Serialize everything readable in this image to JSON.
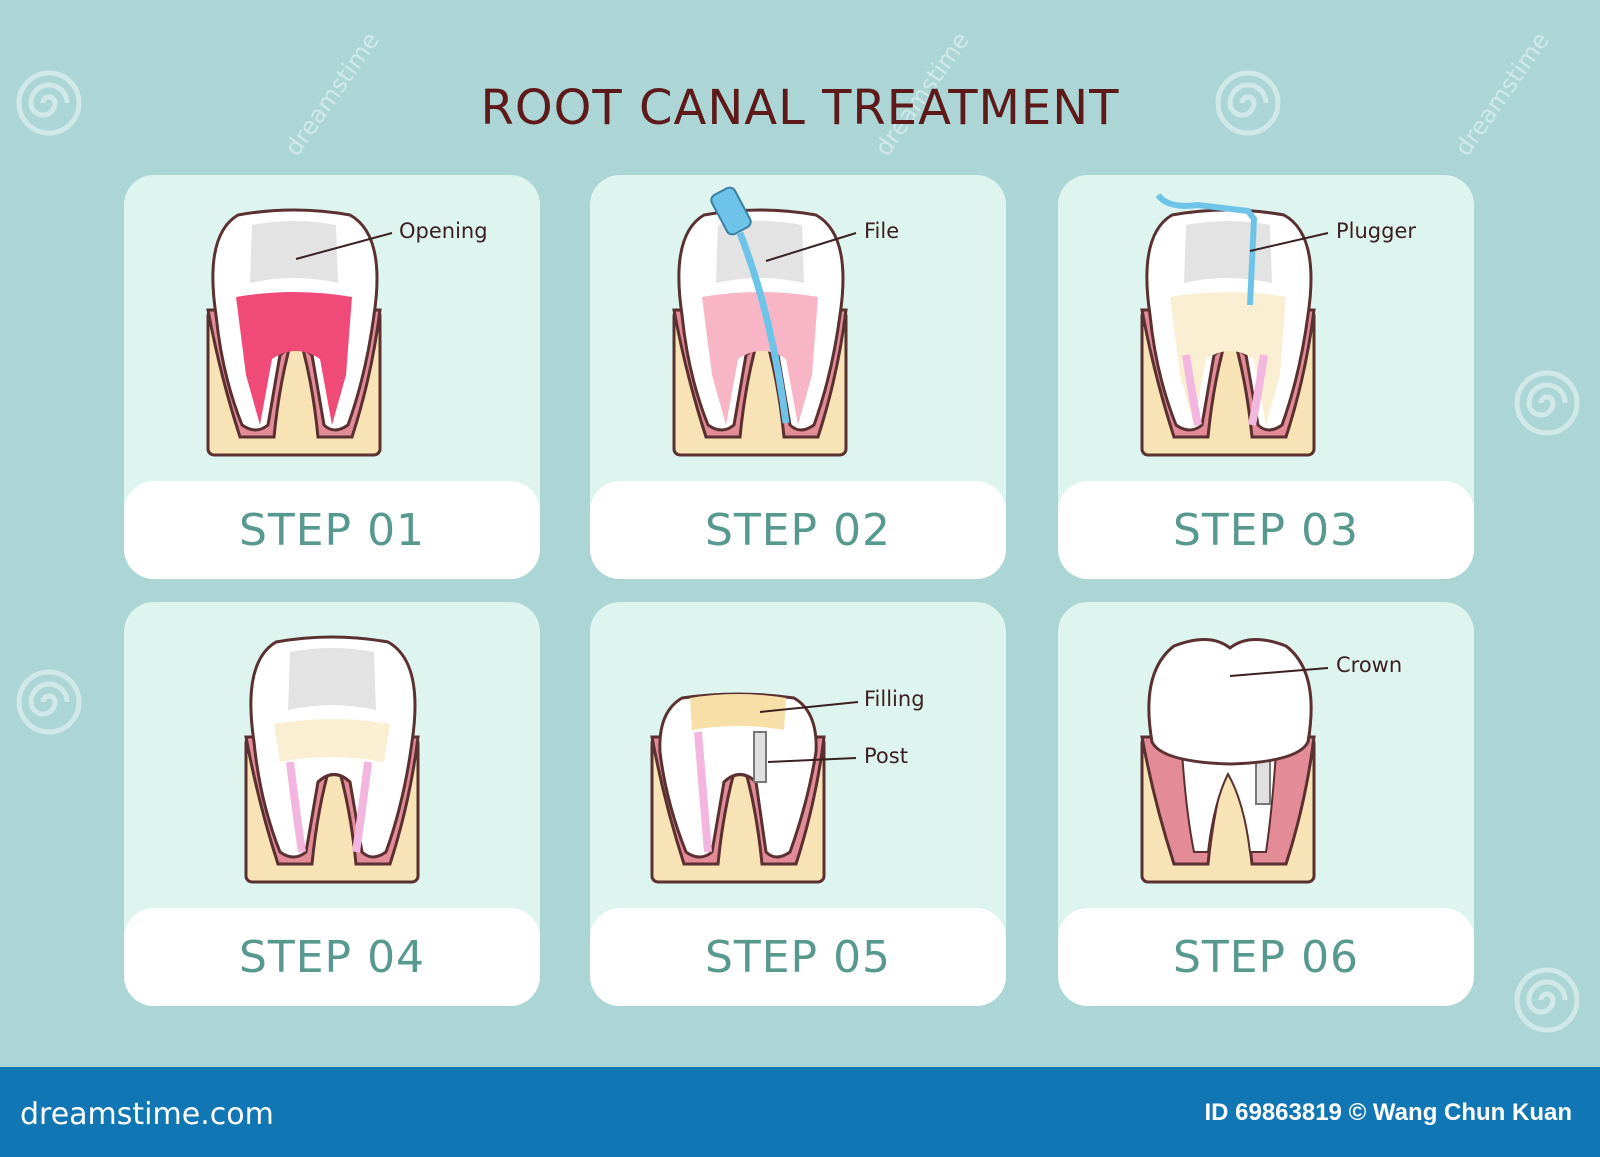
{
  "title": "ROOT CANAL TREATMENT",
  "steps": [
    {
      "label": "STEP 01",
      "callouts": [
        "Opening"
      ]
    },
    {
      "label": "STEP 02",
      "callouts": [
        "File"
      ]
    },
    {
      "label": "STEP 03",
      "callouts": [
        "Plugger"
      ]
    },
    {
      "label": "STEP 04",
      "callouts": []
    },
    {
      "label": "STEP 05",
      "callouts": [
        "Filling",
        "Post"
      ]
    },
    {
      "label": "STEP 06",
      "callouts": [
        "Crown"
      ]
    }
  ],
  "footer": {
    "brand": "dreamstime.com",
    "credit": "ID 69863819 © Wang Chun Kuan"
  },
  "watermark": "dreamstime",
  "colors": {
    "background": "#acd6d6",
    "card": "#def4ef",
    "title": "#5e1a1a",
    "step_text": "#57988f",
    "footer_bar": "#1177b4",
    "pulp": "#f04a78",
    "gum": "#e48b98",
    "bone": "#f7e3b5",
    "file_tool": "#6ec4e8"
  }
}
